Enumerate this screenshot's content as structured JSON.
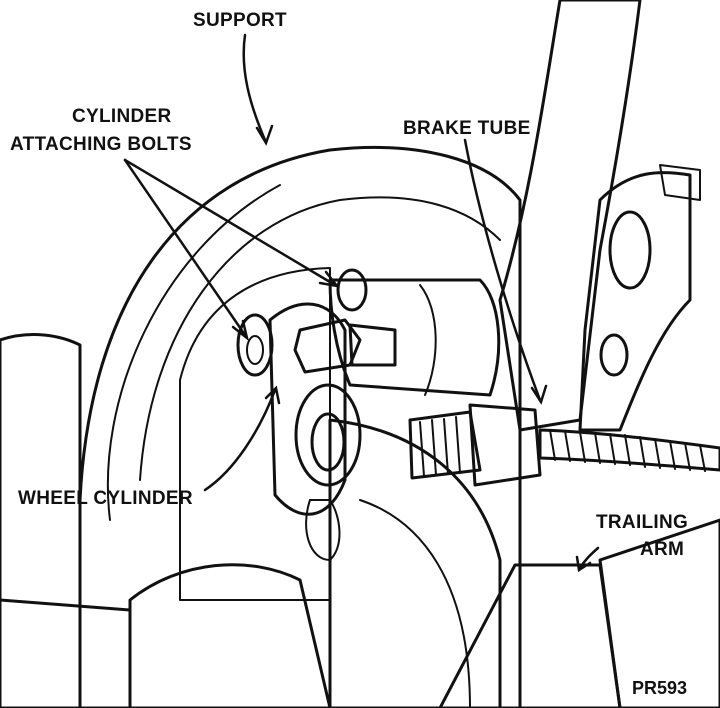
{
  "labels": {
    "support": "SUPPORT",
    "cylinder_bolts_line1": "CYLINDER",
    "cylinder_bolts_line2": "ATTACHING BOLTS",
    "brake_tube": "BRAKE TUBE",
    "wheel_cylinder": "WHEEL CYLINDER",
    "trailing_arm_line1": "TRAILING",
    "trailing_arm_line2": "ARM"
  },
  "figure_code": "PR593",
  "colors": {
    "ink": "#111111",
    "dark_shade": "#4a4a4a",
    "mid_shade": "#9a9a9a",
    "light_shade": "#c8c8c8",
    "paper": "#ffffff"
  }
}
